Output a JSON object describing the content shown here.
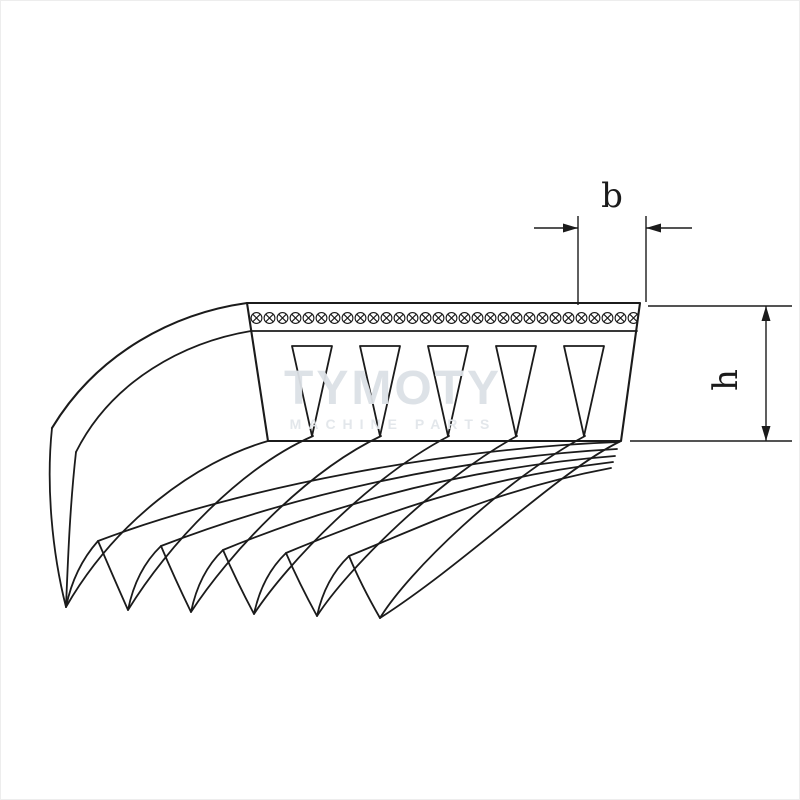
{
  "labels": {
    "rib_width": "b",
    "belt_height": "h"
  },
  "watermark": {
    "line1": "TYMOTY",
    "line2": "MACHINE PARTS"
  },
  "colors": {
    "line": "#1b1b1b",
    "watermark": "#dce1e6",
    "background": "#ffffff"
  }
}
